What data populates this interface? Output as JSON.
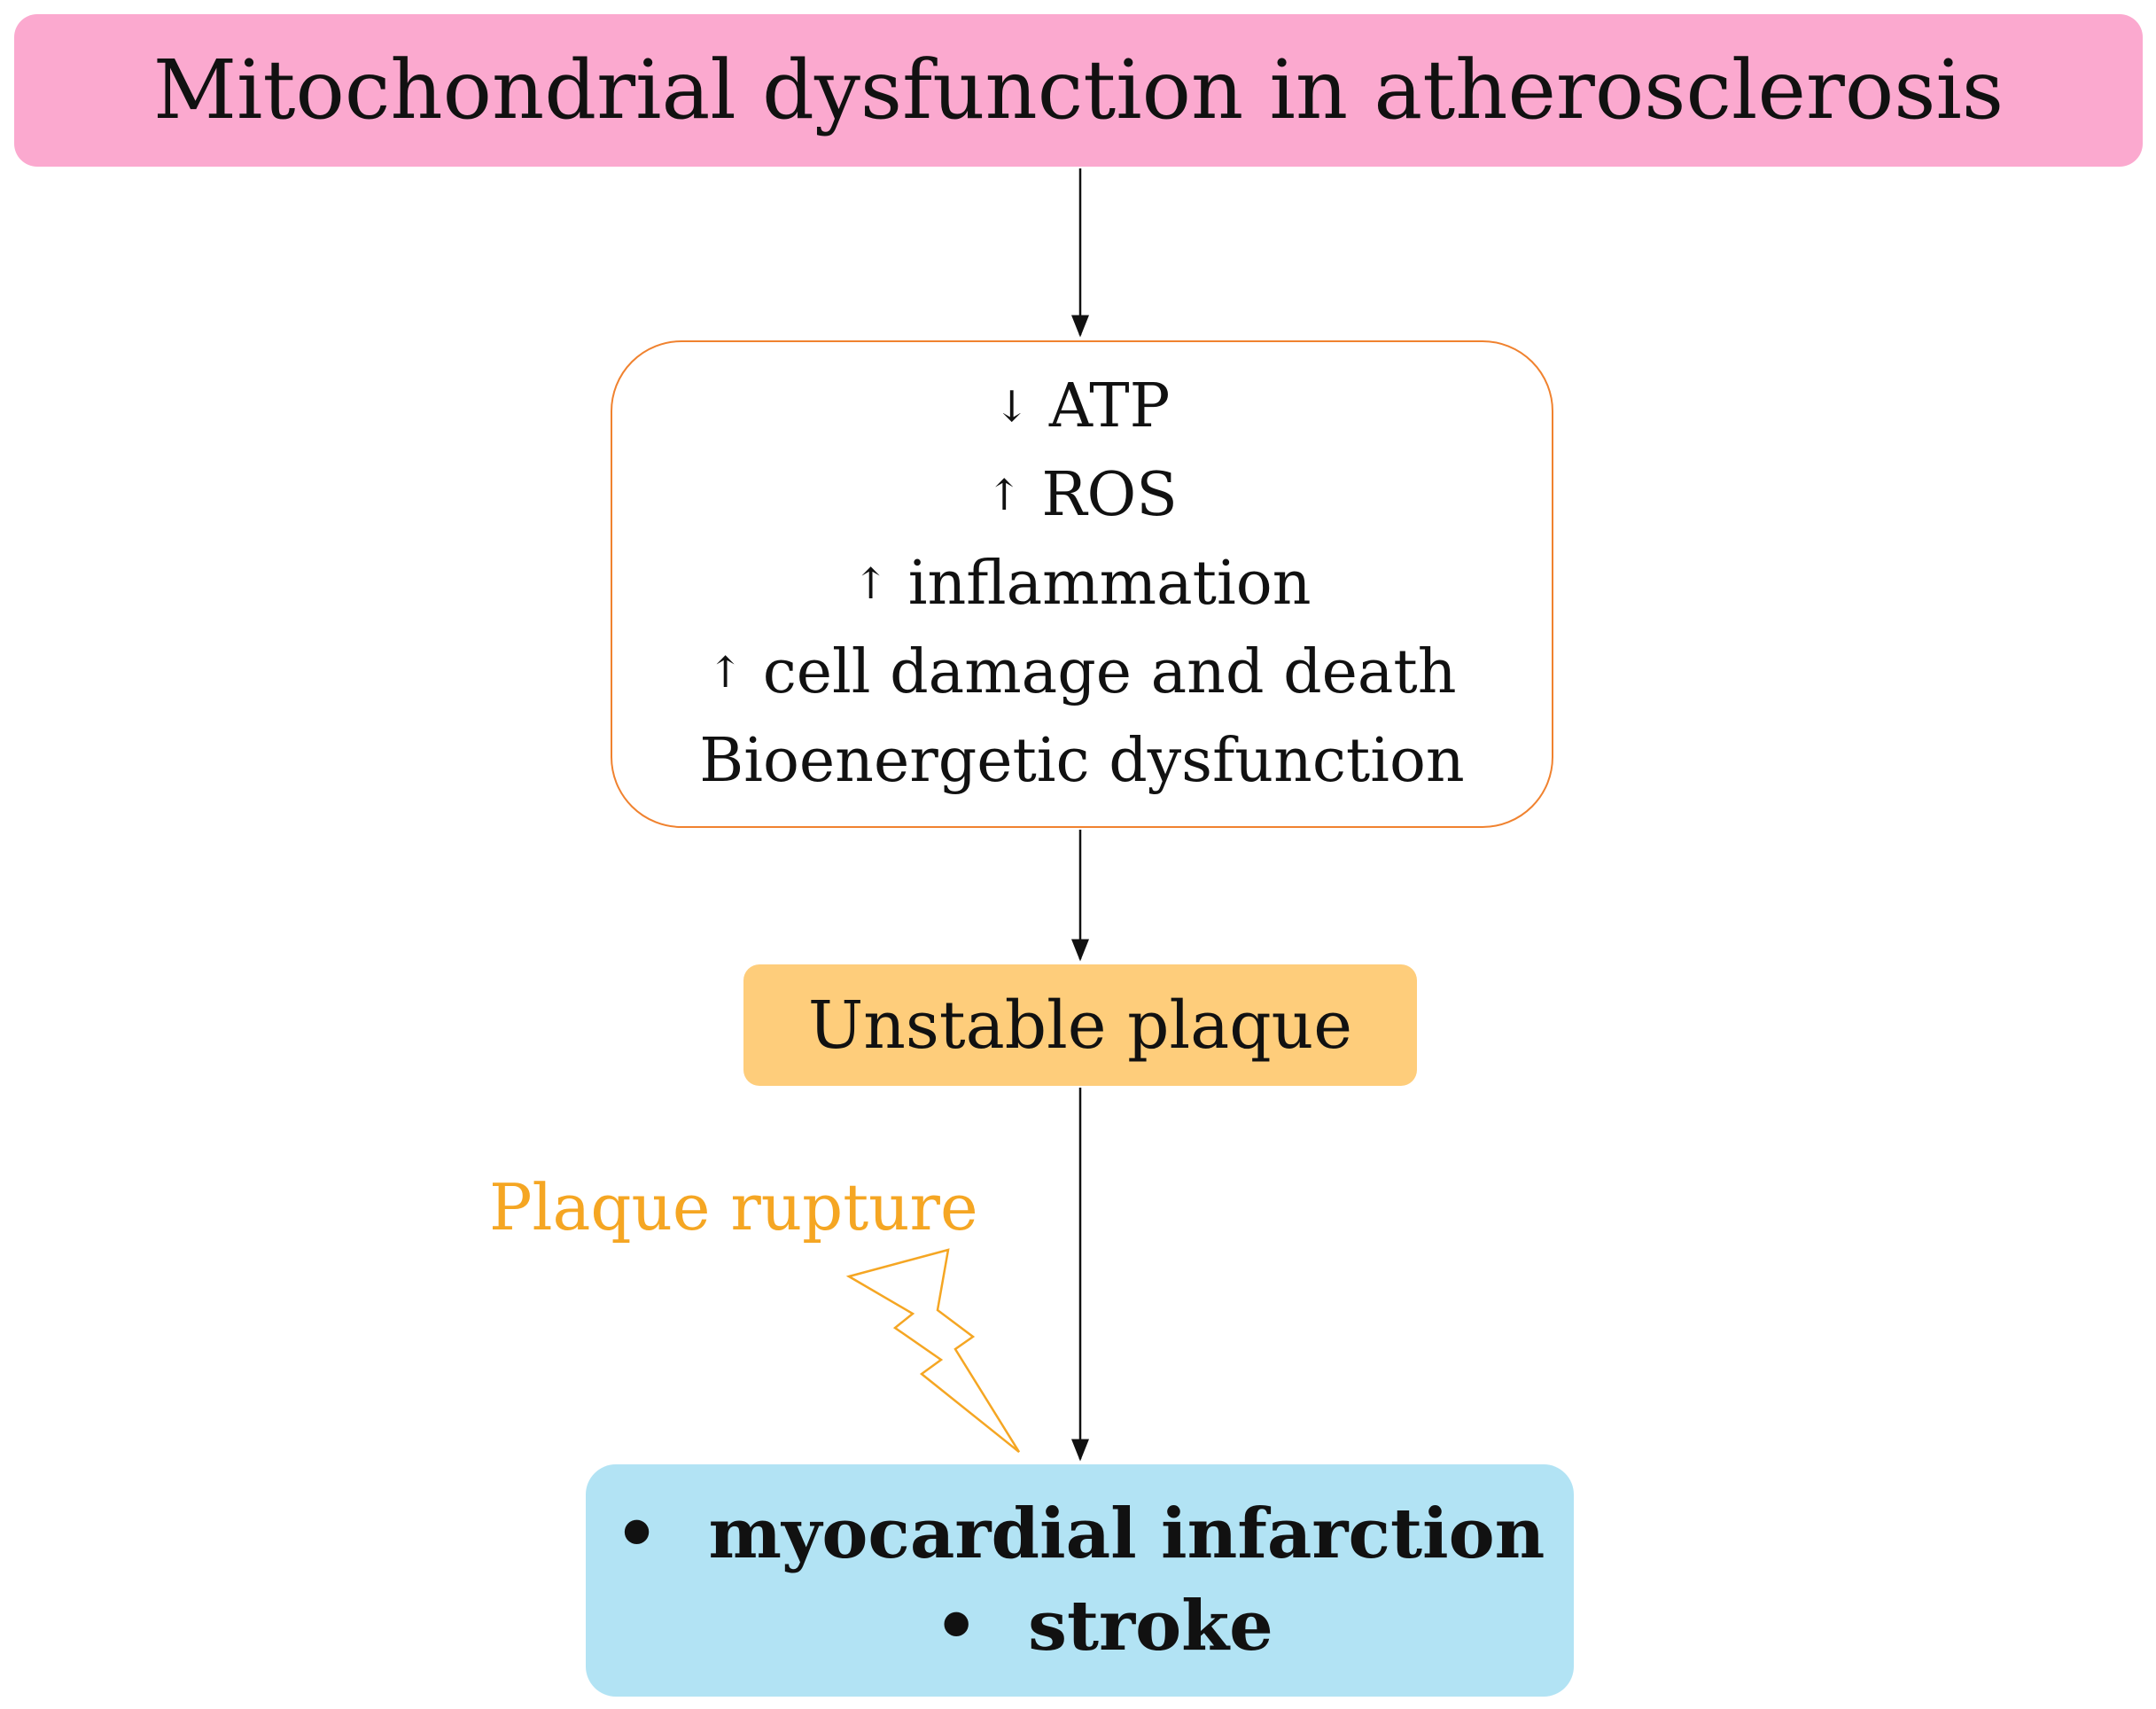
{
  "title": "Mitochondrial dysfunction in atherosclerosis",
  "effects": [
    {
      "arrow": "↓",
      "text": "ATP"
    },
    {
      "arrow": "↑",
      "text": "ROS"
    },
    {
      "arrow": "↑",
      "text": "inflammation"
    },
    {
      "arrow": "↑",
      "text": "cell damage and death"
    },
    {
      "arrow": "",
      "text": "Bioenergetic dysfunction"
    }
  ],
  "plaque": "Unstable plaque",
  "rupture_label": "Plaque rupture",
  "outcomes": {
    "bullet": "•",
    "items": [
      "myocardial infarction",
      "stroke"
    ]
  },
  "colors": {
    "title_fill": "#fba9cf",
    "effects_border": "#f0822f",
    "plaque_fill": "#fecd7b",
    "outcome_fill": "#b2e3f4",
    "rupture_accent": "#f5a623"
  },
  "icons": {
    "rupture": "lightning-bolt-icon"
  }
}
